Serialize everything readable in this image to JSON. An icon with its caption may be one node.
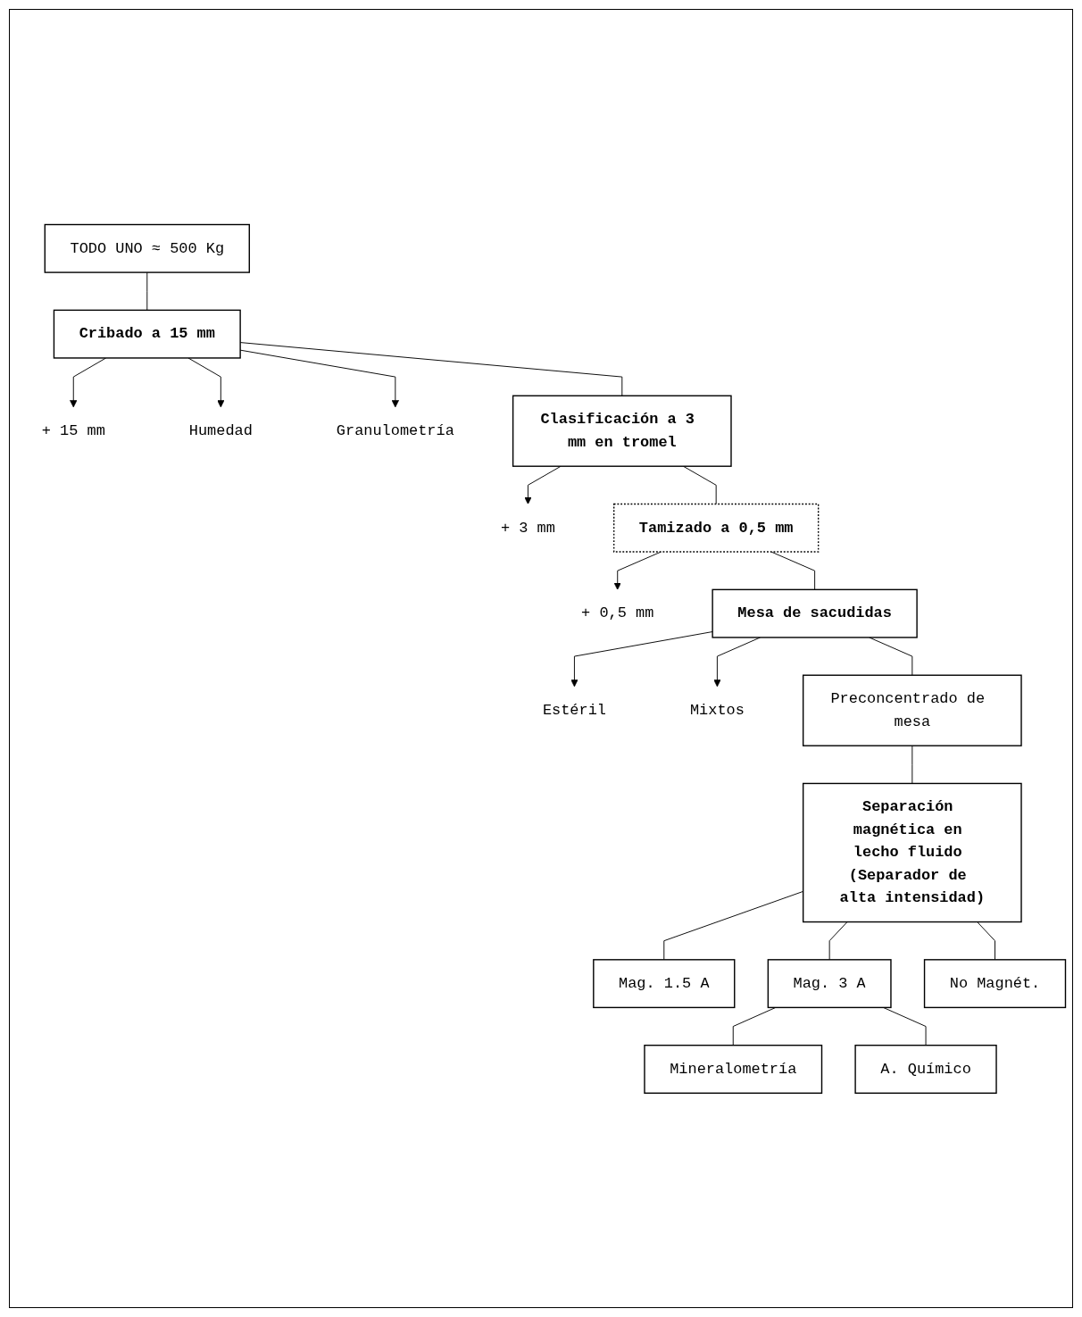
{
  "diagram": {
    "nodes": [
      {
        "text": [
          "TODO UNO ≈ 500 Kg"
        ]
      },
      {
        "text": [
          "Cribado a 15 mm"
        ]
      },
      {
        "text": [
          "+ 15 mm"
        ]
      },
      {
        "text": [
          "Humedad"
        ]
      },
      {
        "text": [
          "Granulometría"
        ]
      },
      {
        "text": [
          "Clasificación a 3 mm en tromel"
        ]
      },
      {
        "text": [
          "+ 3 mm"
        ]
      },
      {
        "text": [
          "Tamizado a 0,5 mm"
        ]
      },
      {
        "text": [
          "+ 0,5 mm"
        ]
      },
      {
        "text": [
          "Mesa de sacudidas"
        ]
      },
      {
        "text": [
          "Estéril"
        ]
      },
      {
        "text": [
          "Mixtos"
        ]
      },
      {
        "text": [
          "Preconcentrado de mesa"
        ]
      },
      {
        "text": [
          "Separación magnética en lecho fluido (Separador de alta intensidad)"
        ]
      },
      {
        "text": [
          "Mag. 1.5 A"
        ]
      },
      {
        "text": [
          "Mag. 3 A"
        ]
      },
      {
        "text": [
          "No Magnét."
        ]
      },
      {
        "text": [
          "Mineralometría"
        ]
      },
      {
        "text": [
          "A. Químico"
        ]
      }
    ],
    "edges": [
      {
        "from": 0,
        "to": 1,
        "arrow": "none"
      },
      {
        "from": 1,
        "to": 2,
        "arrow": "to"
      },
      {
        "from": 1,
        "to": 3,
        "arrow": "to"
      },
      {
        "from": 1,
        "to": 4,
        "arrow": "to"
      },
      {
        "from": 1,
        "to": 5,
        "arrow": "none"
      },
      {
        "from": 5,
        "to": 6,
        "arrow": "to"
      },
      {
        "from": 5,
        "to": 7,
        "arrow": "none"
      },
      {
        "from": 7,
        "to": 8,
        "arrow": "to"
      },
      {
        "from": 7,
        "to": 9,
        "arrow": "none"
      },
      {
        "from": 9,
        "to": 10,
        "arrow": "to"
      },
      {
        "from": 9,
        "to": 11,
        "arrow": "to"
      },
      {
        "from": 9,
        "to": 12,
        "arrow": "none"
      },
      {
        "from": 12,
        "to": 13,
        "arrow": "none"
      },
      {
        "from": 13,
        "to": 14,
        "arrow": "none"
      },
      {
        "from": 13,
        "to": 15,
        "arrow": "none"
      },
      {
        "from": 13,
        "to": 16,
        "arrow": "none"
      },
      {
        "from": 15,
        "to": 17,
        "arrow": "none"
      },
      {
        "from": 15,
        "to": 18,
        "arrow": "none"
      }
    ]
  }
}
